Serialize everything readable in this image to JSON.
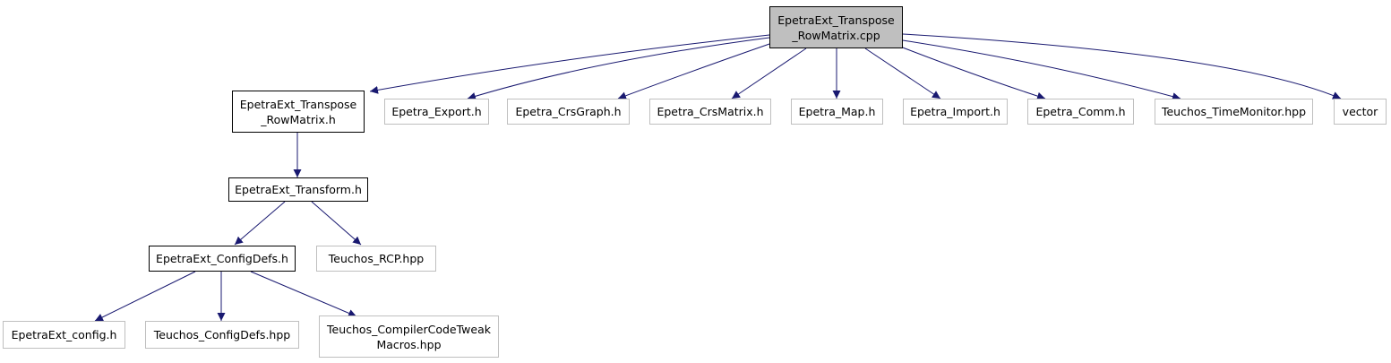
{
  "nodes": {
    "root": {
      "line1": "EpetraExt_Transpose",
      "line2": "_RowMatrix.cpp"
    },
    "transpose_h": {
      "line1": "EpetraExt_Transpose",
      "line2": "_RowMatrix.h"
    },
    "epetra_export": {
      "label": "Epetra_Export.h"
    },
    "epetra_crsgraph": {
      "label": "Epetra_CrsGraph.h"
    },
    "epetra_crsmatrix": {
      "label": "Epetra_CrsMatrix.h"
    },
    "epetra_map": {
      "label": "Epetra_Map.h"
    },
    "epetra_import": {
      "label": "Epetra_Import.h"
    },
    "epetra_comm": {
      "label": "Epetra_Comm.h"
    },
    "teuchos_timemonitor": {
      "label": "Teuchos_TimeMonitor.hpp"
    },
    "vector": {
      "label": "vector"
    },
    "transform_h": {
      "label": "EpetraExt_Transform.h"
    },
    "configdefs_h": {
      "label": "EpetraExt_ConfigDefs.h"
    },
    "teuchos_rcp": {
      "label": "Teuchos_RCP.hpp"
    },
    "epetraext_config": {
      "label": "EpetraExt_config.h"
    },
    "teuchos_configdefs": {
      "label": "Teuchos_ConfigDefs.hpp"
    },
    "teuchos_compiler": {
      "line1": "Teuchos_CompilerCodeTweak",
      "line2": "Macros.hpp"
    }
  },
  "colors": {
    "edge": "#191970",
    "root_fill": "#bfbfbf",
    "doc_border": "#000000",
    "ext_border": "#bfbfbf"
  }
}
